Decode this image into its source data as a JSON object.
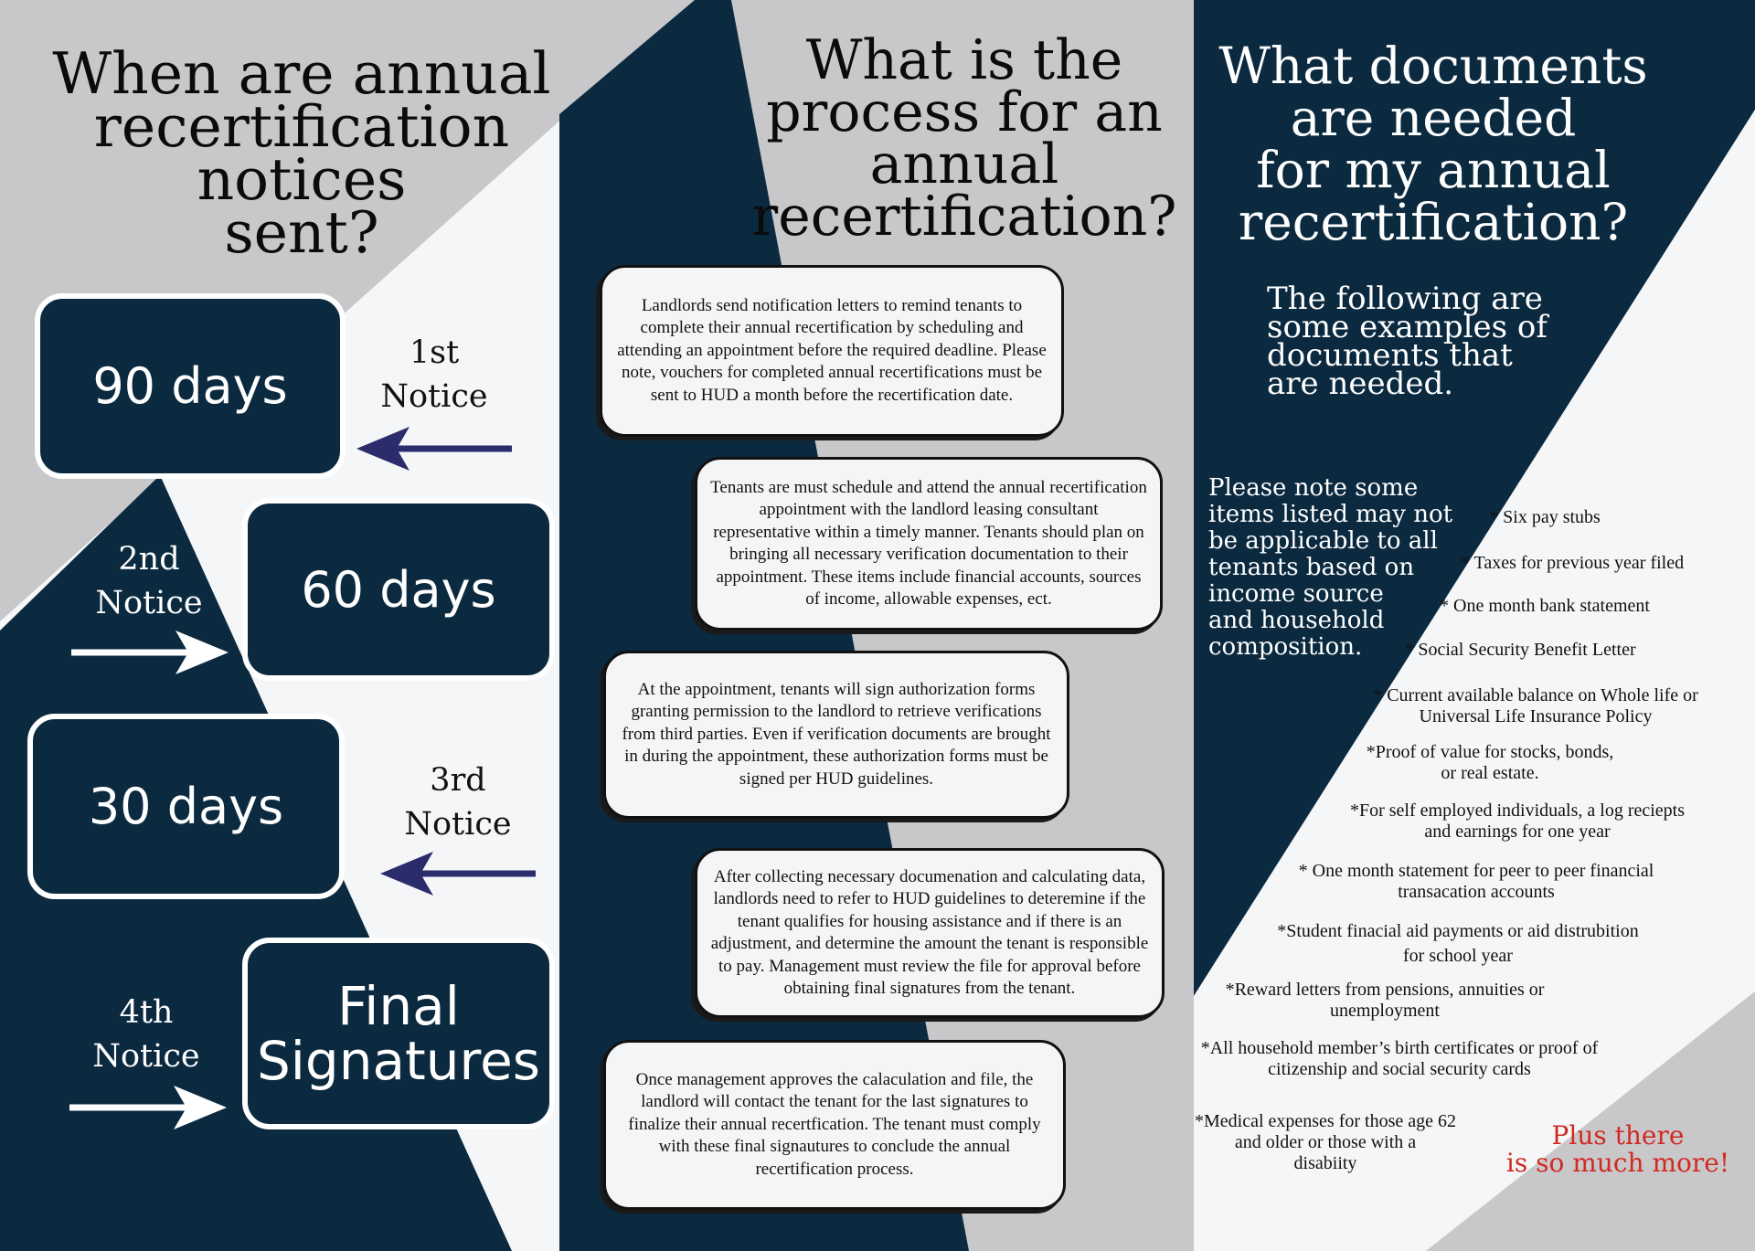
{
  "colors": {
    "navy": "#0b2a40",
    "light_gray": "#c8c8ca",
    "off_white": "#f4f5f7",
    "arrow_left": "#2b2c6b",
    "arrow_right": "#ffffff",
    "accent_red": "#d12a22"
  },
  "panel1": {
    "title": "When are annual\nrecertification\nnotices\nsent?",
    "timeline": [
      {
        "box": "90 days",
        "notice": "1st\nNotice",
        "arrow": "left-arrow-icon"
      },
      {
        "box": "60 days",
        "notice": "2nd\nNotice",
        "arrow": "right-arrow-icon"
      },
      {
        "box": "30 days",
        "notice": "3rd\nNotice",
        "arrow": "left-arrow-icon"
      },
      {
        "box_line1": "Final",
        "box_line2": "Signatures",
        "notice": "4th\nNotice",
        "arrow": "right-arrow-icon"
      }
    ]
  },
  "panel2": {
    "title": "What is the\nprocess for an\nannual\nrecertification?",
    "steps": [
      "Landlords send notification letters to remind tenants to complete their annual recertification by scheduling and attending an appointment before the required deadline. Please note, vouchers for completed annual recertifications must be sent to HUD a month before the recertification date.",
      "Tenants are must schedule and attend the annual recertification appointment with the landlord leasing consultant representative within a timely manner. Tenants should plan on bringing all necessary verification documentation to their appointment. These items include financial accounts, sources of income, allowable expenses, ect.",
      "At the appointment, tenants will sign authorization forms granting permission to the landlord to retrieve verifications from third parties. Even if verification documents are brought in during the appointment, these authorization forms must be signed per HUD guidelines.",
      "After collecting necessary documenation and calculating data, landlords need to refer to HUD guidelines to deteremine if the tenant qualifies for housing assistance and if there is an adjustment, and determine the amount the tenant is responsible to pay. Management must review the file for approval before obtaining final signatures from the tenant.",
      "Once management approves the calaculation and file,  the landlord will contact the tenant for the last signatures to finalize their annual recertfication. The tenant must comply with these final signautures to conclude the annual recertification process."
    ]
  },
  "panel3": {
    "title": "What documents\nare needed\nfor my annual\nrecertification?",
    "intro": "The following are\nsome examples of\ndocuments that\nare needed.",
    "note": "Please note some\nitems listed may not\nbe applicable to all\ntenants based on\nincome source\nand household\ncomposition.",
    "documents": [
      "* Six pay stubs",
      "* Taxes for previous year filed",
      "* One month bank statement",
      "* Social Security Benefit Letter",
      "* Current available balance on Whole life or\nUniversal Life Insurance Policy",
      "*Proof of value for stocks, bonds,\nor real estate.",
      "*For self employed individuals, a log reciepts\nand earnings for one year",
      "* One month statement for peer to peer financial\ntransacation accounts",
      "*Student finacial aid payments or aid distrubition\nfor school year",
      "*Reward letters from pensions, annuities or\nunemployment",
      "*All household member’s birth certificates or proof of\ncitizenship and social security cards",
      "*Medical expenses for those age 62\nand older or those with a\ndisabiity"
    ],
    "footer": "Plus there\nis so much more!"
  }
}
